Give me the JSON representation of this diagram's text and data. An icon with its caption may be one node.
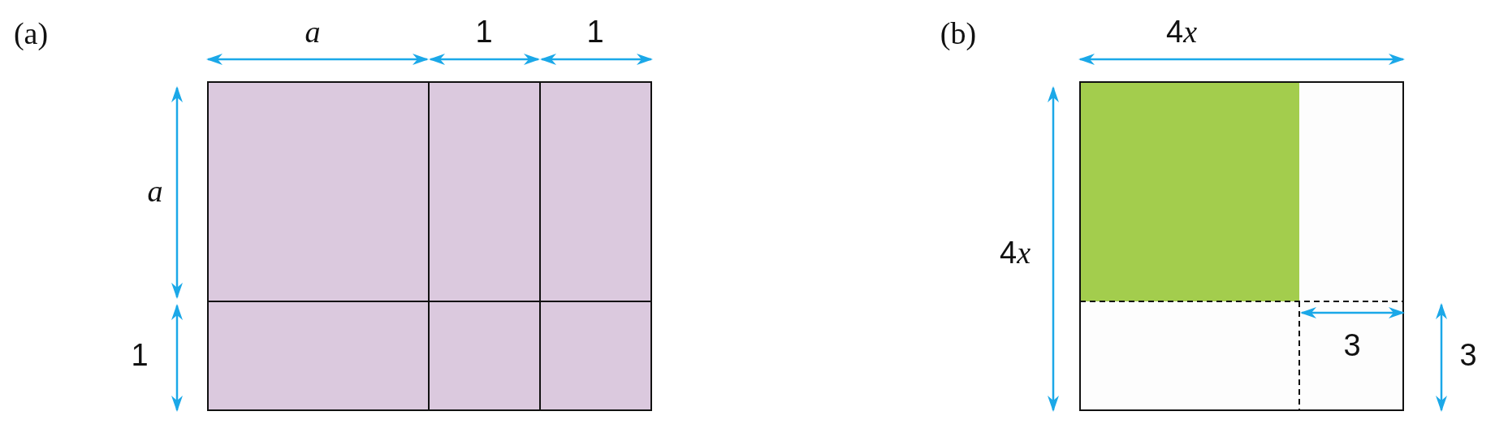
{
  "diagram": {
    "labels": [
      "(a)",
      "a",
      "1",
      "1",
      "a",
      "1",
      "(b)",
      "4x",
      "4x",
      "3",
      "3"
    ]
  }
}
